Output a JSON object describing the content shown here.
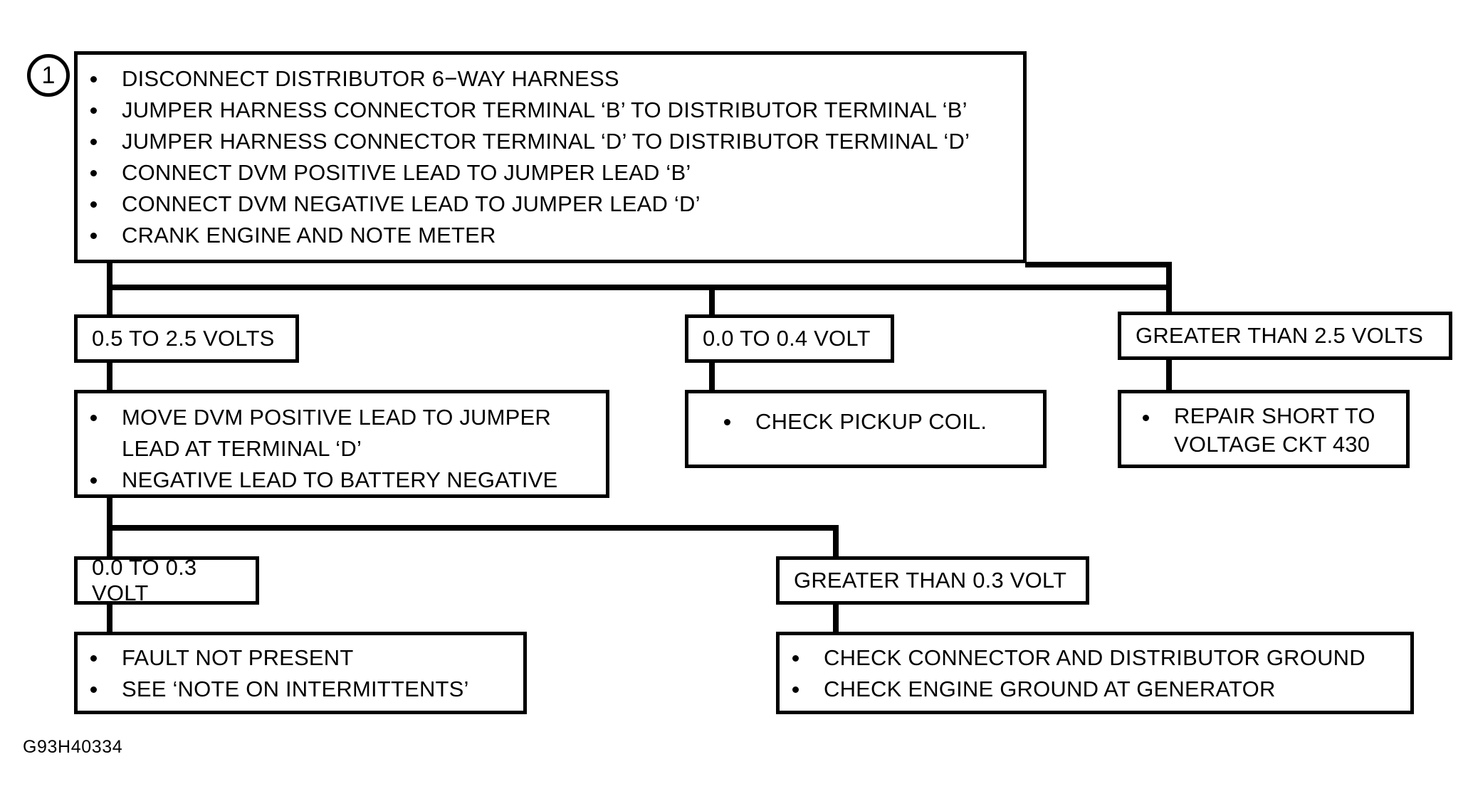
{
  "diagram": {
    "caption": "G93H40334",
    "step_number": "1",
    "colors": {
      "ink": "#000000",
      "paper": "#ffffff"
    },
    "step1": {
      "items": [
        "DISCONNECT DISTRIBUTOR 6−WAY HARNESS",
        "JUMPER HARNESS CONNECTOR TERMINAL ‘B’ TO DISTRIBUTOR TERMINAL ‘B’",
        "JUMPER HARNESS CONNECTOR TERMINAL ‘D’ TO DISTRIBUTOR TERMINAL ‘D’",
        "CONNECT DVM POSITIVE LEAD TO JUMPER LEAD ‘B’",
        "CONNECT DVM NEGATIVE LEAD TO JUMPER LEAD ‘D’",
        "CRANK ENGINE AND NOTE METER"
      ]
    },
    "branch_labels_row1": {
      "left": "0.5 TO 2.5 VOLTS",
      "middle": "0.0 TO 0.4 VOLT",
      "right": "GREATER THAN 2.5 VOLTS"
    },
    "actions_row1": {
      "left": [
        "MOVE DVM POSITIVE LEAD TO JUMPER\nLEAD AT TERMINAL ‘D’",
        "NEGATIVE LEAD TO BATTERY NEGATIVE"
      ],
      "middle": [
        "CHECK PICKUP COIL."
      ],
      "right": [
        "REPAIR SHORT TO\nVOLTAGE CKT 430"
      ]
    },
    "branch_labels_row2": {
      "left": "0.0 TO 0.3 VOLT",
      "right": "GREATER THAN 0.3 VOLT"
    },
    "actions_row2": {
      "left": [
        "FAULT NOT PRESENT",
        "SEE ‘NOTE ON INTERMITTENTS’"
      ],
      "right": [
        "CHECK CONNECTOR AND DISTRIBUTOR GROUND",
        "CHECK ENGINE GROUND AT GENERATOR"
      ]
    }
  }
}
